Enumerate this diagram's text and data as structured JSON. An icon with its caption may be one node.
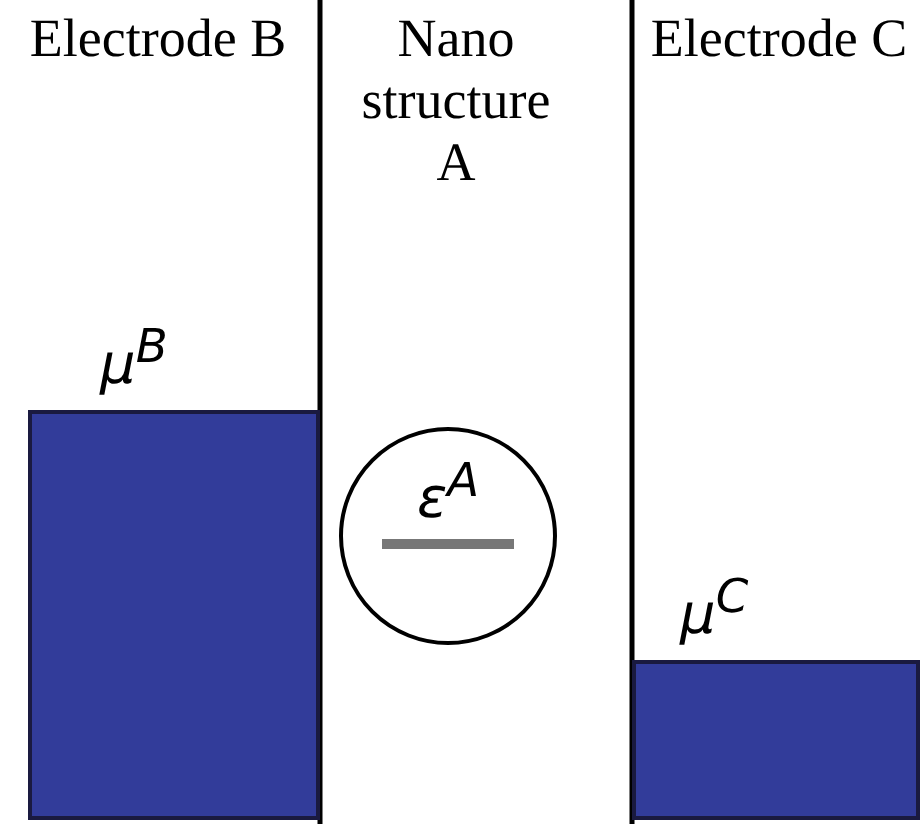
{
  "diagram": {
    "nodes": [
      {
        "text": [],
        "shape": "bar",
        "beside": [
          "μ$^{B}$"
        ]
      },
      {
        "text": [
          "ε$^{A}$"
        ]
      },
      {
        "text": [],
        "shape": "bar",
        "beside": [
          "μ$^{C}$"
        ]
      }
    ],
    "labels": [
      "Electrode B",
      "Nano structure A",
      "Electrode C"
    ]
  }
}
